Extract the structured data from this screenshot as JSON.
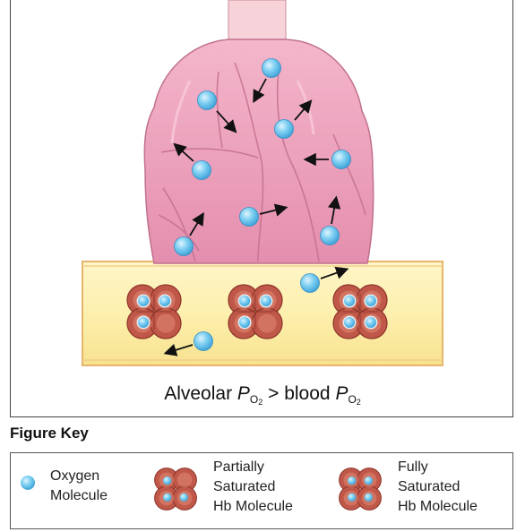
{
  "caption": {
    "prefix": "Alveolar",
    "p_symbol": "P",
    "sub_letter": "O",
    "sub_digit": "2",
    "comparator": " > blood ",
    "p_symbol_2": "P",
    "sub_letter_2": "O",
    "sub_digit_2": "2"
  },
  "key": {
    "title": "Figure Key",
    "oxygen": {
      "line1": "Oxygen",
      "line2": "Molecule"
    },
    "partial": {
      "line1": "Partially",
      "line2": "Saturated",
      "line3": "Hb Molecule"
    },
    "full": {
      "line1": "Fully",
      "line2": "Saturated",
      "line3": "Hb Molecule"
    }
  },
  "colors": {
    "alveolus": "#eea3be",
    "alveolus_dark": "#c9728f",
    "trachea": "#f8d2d8",
    "capillary": "#fbefb0",
    "capillary_edge": "#e8c070",
    "hemoglobin": "#b24a3e",
    "hemoglobin_light": "#d8826f",
    "oxygen": "#6cc4ec"
  }
}
